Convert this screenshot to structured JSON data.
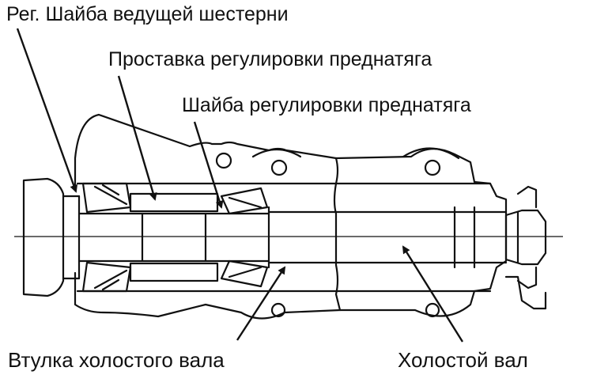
{
  "labels": {
    "pinion_adjust_washer": "Рег. Шайба ведущей шестерни",
    "preload_spacer": "Проставка регулировки преднатяга",
    "preload_washer": "Шайба регулировки преднатяга",
    "idler_shaft_sleeve": "Втулка холостого вала",
    "idler_shaft": "Холостой вал"
  },
  "colors": {
    "ink": "#111111",
    "background": "#ffffff"
  }
}
